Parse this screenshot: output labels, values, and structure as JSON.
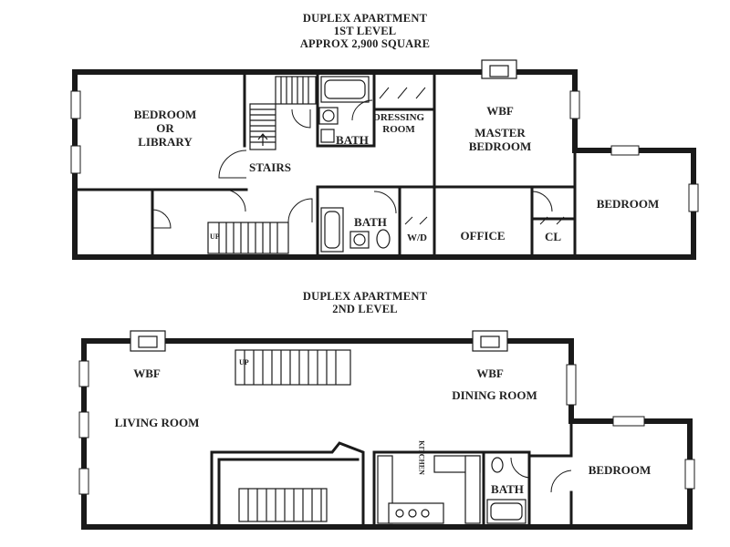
{
  "level1": {
    "title": [
      "DUPLEX APARTMENT",
      "1ST LEVEL",
      "APPROX 2,900 SQUARE"
    ],
    "rooms": {
      "bedroom_or_library": [
        "BEDROOM",
        "OR",
        "LIBRARY"
      ],
      "stairs": "STAIRS",
      "bath_upper": "BATH",
      "dressing_room": [
        "DRESSING",
        "ROOM"
      ],
      "wbf": "WBF",
      "master_bedroom": [
        "MASTER",
        "BEDROOM"
      ],
      "bedroom_right": "BEDROOM",
      "bath_lower": "BATH",
      "wd": "W/D",
      "office": "OFFICE",
      "closet": "CL",
      "up_marker": "UP"
    }
  },
  "level2": {
    "title": [
      "DUPLEX APARTMENT",
      "2ND LEVEL"
    ],
    "rooms": {
      "wbf_left": "WBF",
      "wbf_right": "WBF",
      "living_room": "LIVING ROOM",
      "dining_room": "DINING ROOM",
      "kitchen": "KITCHEN",
      "bath": "BATH",
      "bedroom": "BEDROOM",
      "up_marker": "UP"
    }
  }
}
